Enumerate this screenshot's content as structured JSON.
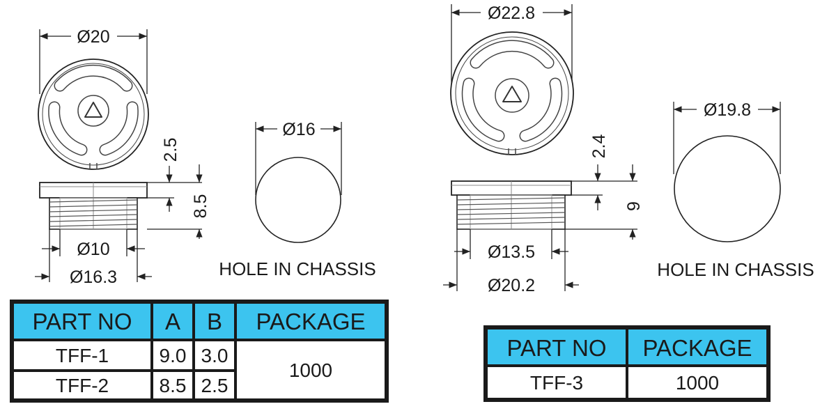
{
  "left": {
    "dims": {
      "cap_diameter": "Ø20",
      "head_height": "2.5",
      "total_height": "8.5",
      "thread_inner": "Ø10",
      "thread_outer": "Ø16.3",
      "hole": "Ø16"
    },
    "hole_caption": "HOLE IN CHASSIS",
    "table": {
      "headers": [
        "PART NO",
        "A",
        "B",
        "PACKAGE"
      ],
      "rows": [
        {
          "part": "TFF-1",
          "a": "9.0",
          "b": "3.0"
        },
        {
          "part": "TFF-2",
          "a": "8.5",
          "b": "2.5"
        }
      ],
      "package": "1000"
    }
  },
  "right": {
    "dims": {
      "cap_diameter": "Ø22.8",
      "head_height": "2.4",
      "total_height": "9",
      "thread_inner": "Ø13.5",
      "thread_outer": "Ø20.2",
      "hole": "Ø19.8"
    },
    "hole_caption": "HOLE IN CHASSIS",
    "table": {
      "headers": [
        "PART NO",
        "PACKAGE"
      ],
      "rows": [
        {
          "part": "TFF-3",
          "package": "1000"
        }
      ]
    }
  },
  "colors": {
    "table_header": "#3cc4ef",
    "table_border": "#1a1a1a"
  }
}
